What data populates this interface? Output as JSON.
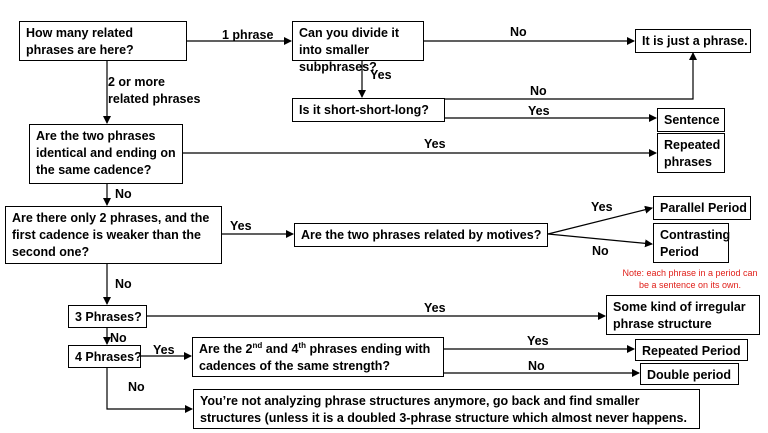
{
  "nodes": {
    "how_many": "How many related phrases are here?",
    "can_divide": "Can you divide it into smaller subphrases?",
    "just_phrase": "It is just a phrase.",
    "short_short_long": "Is it short-short-long?",
    "sentence": "Sentence",
    "identical": "Are the two phrases identical and ending on the same cadence?",
    "repeated_phrases": "Repeated phrases",
    "only_two": "Are there only 2 phrases, and the first cadence is weaker than the second one?",
    "motives": "Are the two phrases related by motives?",
    "parallel_period": "Parallel Period",
    "contrasting_period": "Contrasting Period",
    "three_phrases": "3 Phrases?",
    "irregular": "Some kind of irregular phrase structure",
    "four_phrases": "4 Phrases?",
    "second_fourth": {
      "part1": "Are the 2",
      "sup1": "nd",
      "part2": " and 4",
      "sup2": "th",
      "part3": " phrases ending with",
      "line2": "cadences of the same strength?"
    },
    "repeated_period": "Repeated Period",
    "double_period": "Double period",
    "not_analyzing": "You’re not analyzing phrase structures anymore, go back and find smaller structures (unless it is a doubled 3-phrase structure which almost never happens."
  },
  "labels": {
    "one_phrase": "1 phrase",
    "two_or_more": "2 or more related phrases",
    "yes": "Yes",
    "no": "No"
  },
  "note": "Note: each phrase in a period can be a sentence on its own."
}
